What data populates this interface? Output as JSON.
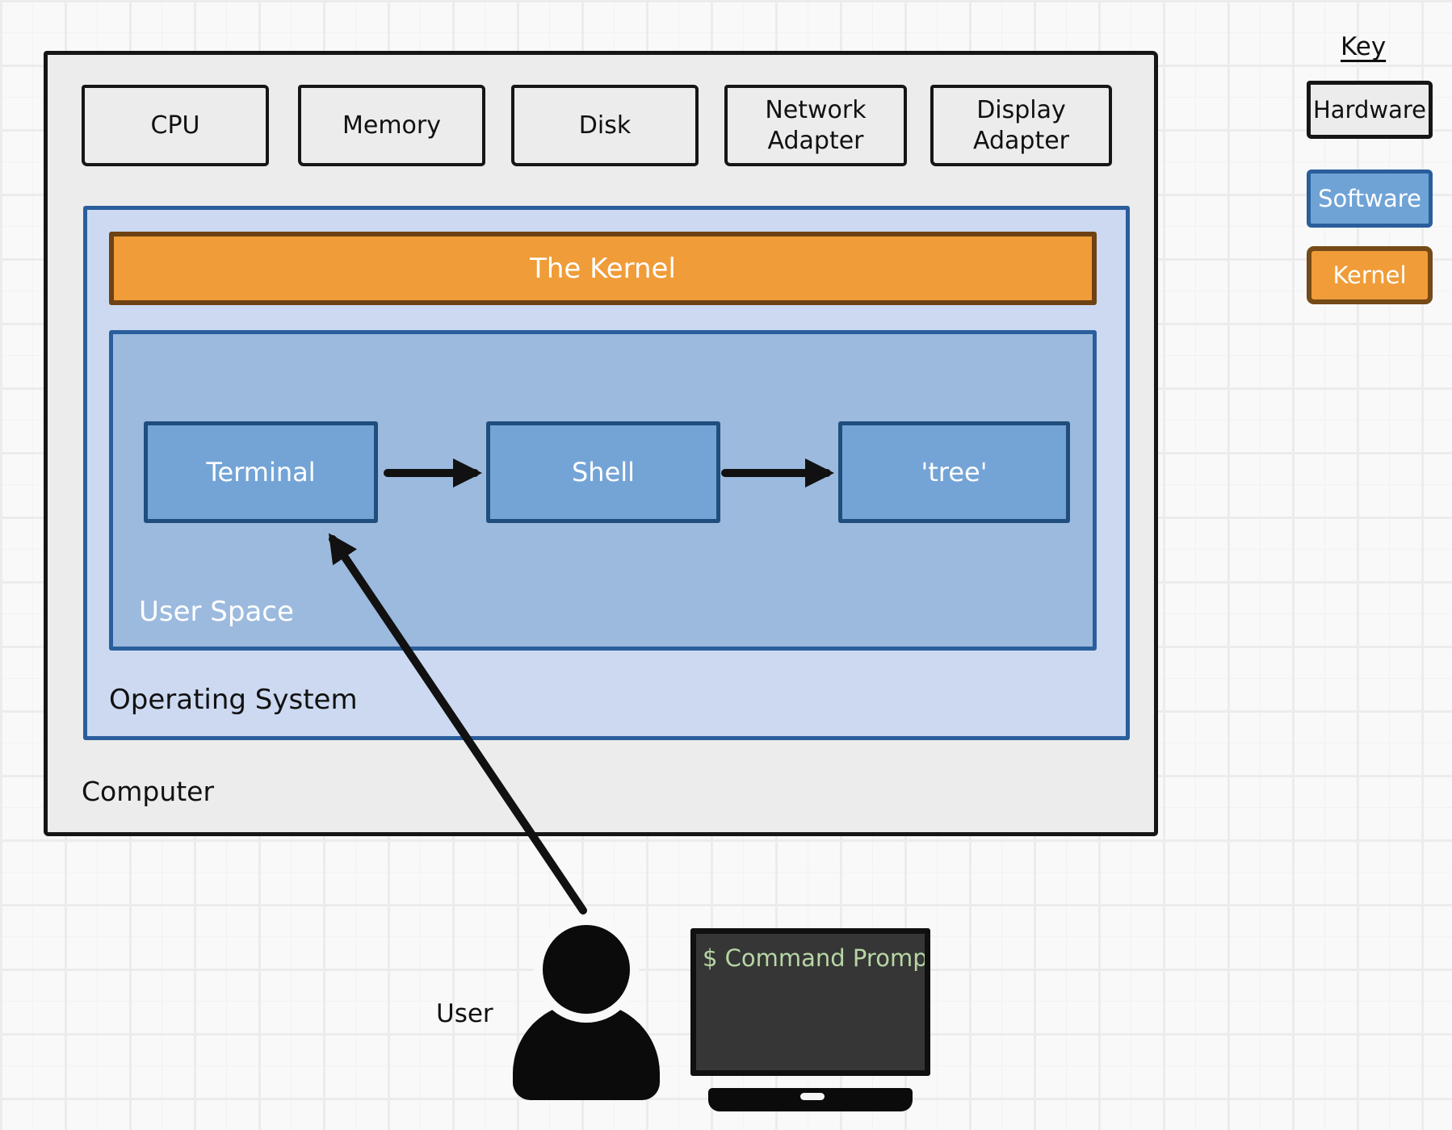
{
  "diagram": {
    "computer_label": "Computer",
    "hardware_boxes": [
      "CPU",
      "Memory",
      "Disk",
      "Network Adapter",
      "Display Adapter"
    ],
    "os_label": "Operating System",
    "kernel_label": "The Kernel",
    "user_space_label": "User Space",
    "process_boxes": [
      "Terminal",
      "Shell",
      "'tree'"
    ],
    "arrows": [
      {
        "from": "Terminal",
        "to": "Shell"
      },
      {
        "from": "Shell",
        "to": "'tree'"
      },
      {
        "from": "User",
        "to": "Terminal"
      }
    ],
    "user_label": "User",
    "monitor_text": "$ Command Prompt"
  },
  "key": {
    "title": "Key",
    "items": [
      {
        "label": "Hardware",
        "fill": "#ececec",
        "border": "#161616",
        "text_color": "#111111"
      },
      {
        "label": "Software",
        "fill": "#6fa3d6",
        "border": "#2a5e9c",
        "text_color": "#ffffff"
      },
      {
        "label": "Kernel",
        "fill": "#f09c38",
        "border": "#754a16",
        "text_color": "#ffffff"
      }
    ]
  },
  "colors": {
    "background": "#f9f9f9",
    "grid_line": "#ececec",
    "hardware_fill": "#ececec",
    "os_fill": "#ccd9f1",
    "user_space_fill": "#9cbade",
    "process_fill": "#74a4d6",
    "blue_border": "#2a5e9c",
    "process_border": "#1f4e7c",
    "kernel_fill": "#f09c38",
    "kernel_border": "#6e4213",
    "monitor_screen": "#363636",
    "prompt_text": "#b7d6a4",
    "arrow": "#111111"
  }
}
